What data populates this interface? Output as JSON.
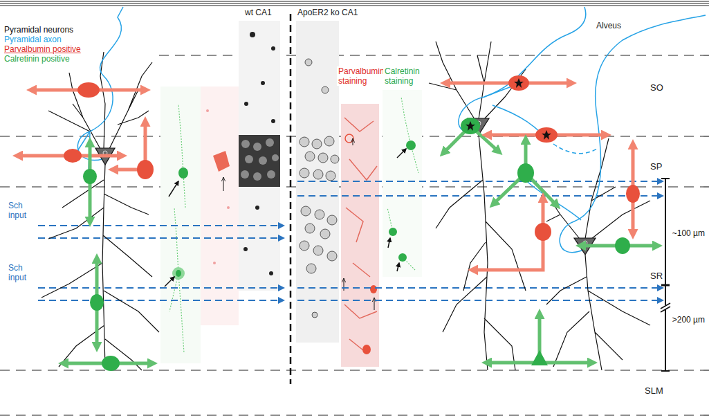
{
  "diagram": {
    "labels": [
      "wt CA1",
      "ApoER2 ko CA1",
      "Alveus",
      "SO",
      "SP",
      "SR",
      "SLM",
      "Sch input",
      "Sch input",
      "Parvalbumin staining",
      "Calretinin staining",
      "~100 µm",
      ">200 µm"
    ],
    "legend": [
      {
        "text": "Pyramidal neurons",
        "color": "#111111"
      },
      {
        "text": "Pyramidal axon",
        "color": "#27a3e6"
      },
      {
        "text": "Parvalbumin positive",
        "color": "#e0302a"
      },
      {
        "text": "Calretinin positive",
        "color": "#2da84a"
      }
    ]
  }
}
